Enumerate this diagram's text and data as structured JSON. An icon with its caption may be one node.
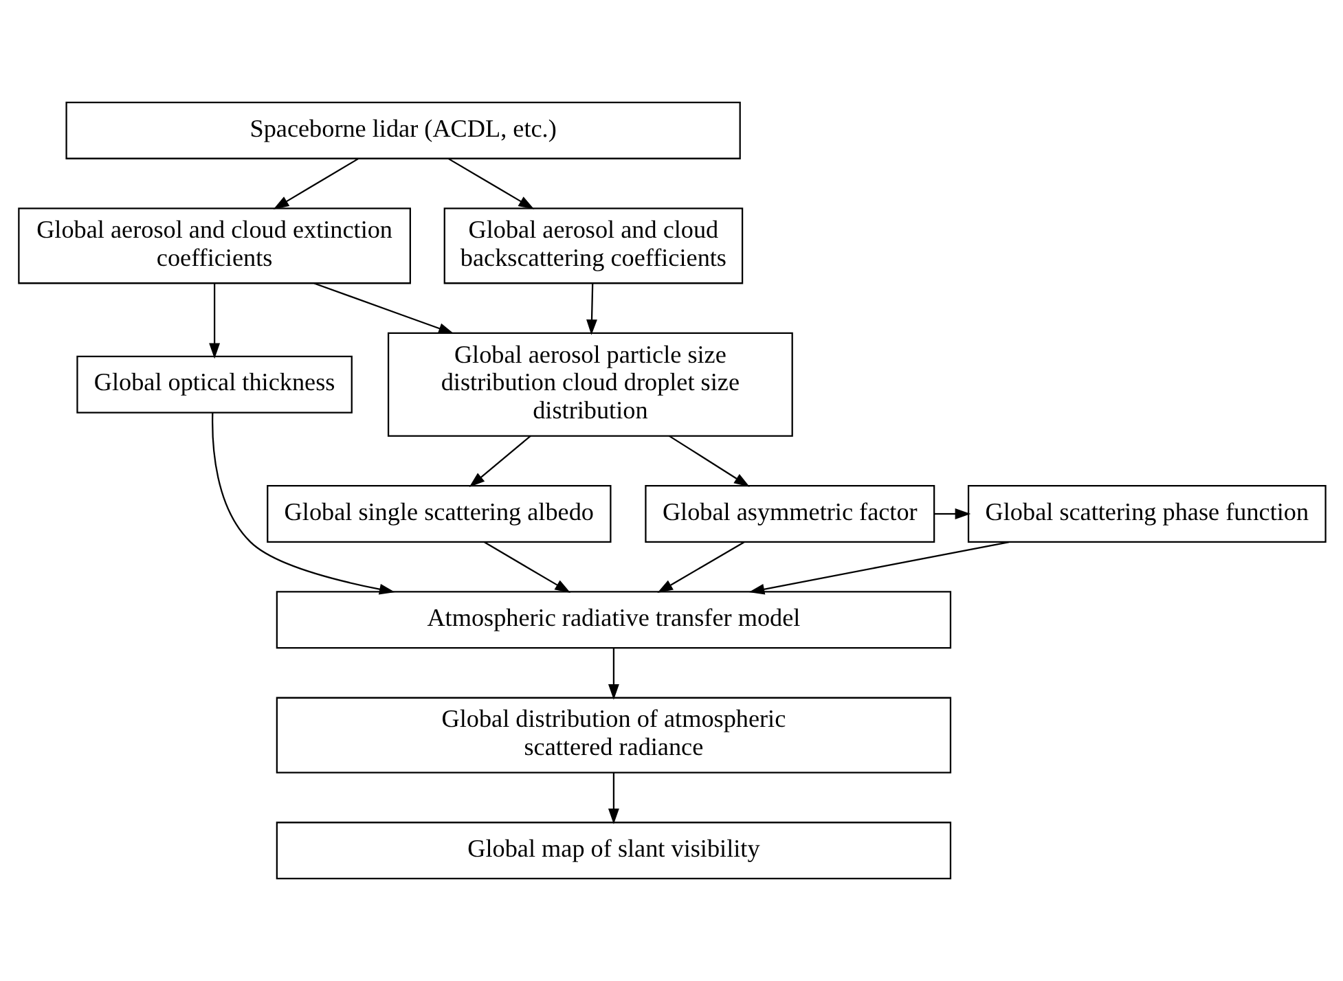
{
  "diagram": {
    "nodes": [
      {
        "text": [
          "Spaceborne lidar (ACDL, etc.)"
        ]
      },
      {
        "text": [
          "Global aerosol and cloud extinction coefficients"
        ]
      },
      {
        "text": [
          "Global aerosol and cloud backscattering coefficients"
        ]
      },
      {
        "text": [
          "Global optical thickness"
        ]
      },
      {
        "text": [
          "Global aerosol particle size distribution cloud droplet size distribution"
        ]
      },
      {
        "text": [
          "Global single scattering albedo"
        ]
      },
      {
        "text": [
          "Global asymmetric factor"
        ]
      },
      {
        "text": [
          "Global scattering phase function"
        ]
      },
      {
        "text": [
          "Atmospheric radiative transfer model"
        ]
      },
      {
        "text": [
          "Global distribution of atmospheric scattered radiance"
        ]
      },
      {
        "text": [
          "Global map of slant visibility"
        ]
      }
    ],
    "edges": [
      {
        "from": 0,
        "to": 1,
        "arrow": "to"
      },
      {
        "from": 0,
        "to": 2,
        "arrow": "to"
      },
      {
        "from": 1,
        "to": 3,
        "arrow": "to"
      },
      {
        "from": 1,
        "to": 4,
        "arrow": "to"
      },
      {
        "from": 2,
        "to": 4,
        "arrow": "to"
      },
      {
        "from": 4,
        "to": 5,
        "arrow": "to"
      },
      {
        "from": 4,
        "to": 6,
        "arrow": "to"
      },
      {
        "from": 6,
        "to": 7,
        "arrow": "to"
      },
      {
        "from": 3,
        "to": 8,
        "arrow": "to"
      },
      {
        "from": 5,
        "to": 8,
        "arrow": "to"
      },
      {
        "from": 6,
        "to": 8,
        "arrow": "to"
      },
      {
        "from": 7,
        "to": 8,
        "arrow": "to"
      },
      {
        "from": 8,
        "to": 9,
        "arrow": "to"
      },
      {
        "from": 9,
        "to": 10,
        "arrow": "to"
      }
    ]
  }
}
